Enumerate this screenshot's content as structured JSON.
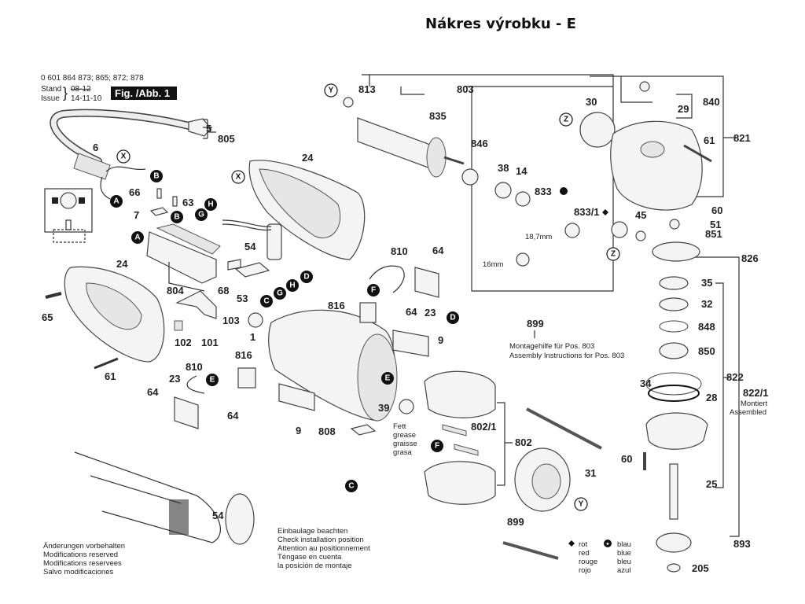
{
  "header": {
    "title": "Nákres výrobku - E",
    "model_numbers": "0 601 864 873; 865; 872; 878",
    "stand_label": "Stand",
    "issue_label": "Issue",
    "stand_date_struck": "08-12",
    "issue_date": "14-11-10",
    "figure_label": "Fig. /Abb. 1"
  },
  "notes": {
    "modifications": [
      "Änderungen vorbehalten",
      "Modifications reserved",
      "Modifications reservees",
      "Salvo modificaciones"
    ],
    "installation": [
      "Einbaulage beachten",
      "Check installation position",
      "Attention au positionnement",
      "Téngase en cuenta",
      "la posición de montaje"
    ],
    "assembly_aid": [
      "Montagehilfe für Pos. 803",
      "Assembly Instructions for Pos. 803"
    ],
    "grease": [
      "Fett",
      "grease",
      "graisse",
      "grasa"
    ],
    "assembled": [
      "Montiert",
      "Assembled"
    ],
    "dim_18_7": "18,7mm",
    "dim_16": "16mm"
  },
  "legend": {
    "red": {
      "symbol": "diamond",
      "labels": [
        "rot",
        "red",
        "rouge",
        "rojo"
      ]
    },
    "blue": {
      "symbol": "star-circle",
      "labels": [
        "blau",
        "blue",
        "bleu",
        "azul"
      ]
    }
  },
  "connectors": {
    "A": "A",
    "B": "B",
    "C": "C",
    "D": "D",
    "E": "E",
    "F": "F",
    "G": "G",
    "H": "H",
    "X": "X",
    "Y": "Y",
    "Z": "Z"
  },
  "parts": {
    "p1": "1",
    "p5": "5",
    "p6": "6",
    "p7": "7",
    "p9": "9",
    "p14": "14",
    "p23": "23",
    "p24": "24",
    "p25": "25",
    "p28": "28",
    "p29": "29",
    "p30": "30",
    "p31": "31",
    "p32": "32",
    "p34": "34",
    "p35": "35",
    "p38": "38",
    "p39": "39",
    "p45": "45",
    "p51": "51",
    "p53": "53",
    "p54": "54",
    "p60": "60",
    "p61": "61",
    "p63": "63",
    "p64": "64",
    "p65": "65",
    "p66": "66",
    "p68": "68",
    "p101": "101",
    "p102": "102",
    "p103": "103",
    "p205": "205",
    "p802": "802",
    "p802_1": "802/1",
    "p803": "803",
    "p804": "804",
    "p805": "805",
    "p808": "808",
    "p810": "810",
    "p813": "813",
    "p816": "816",
    "p821": "821",
    "p822": "822",
    "p822_1": "822/1",
    "p826": "826",
    "p833": "833",
    "p833_1": "833/1",
    "p835": "835",
    "p840": "840",
    "p846": "846",
    "p848": "848",
    "p850": "850",
    "p851": "851",
    "p893": "893",
    "p899": "899"
  }
}
